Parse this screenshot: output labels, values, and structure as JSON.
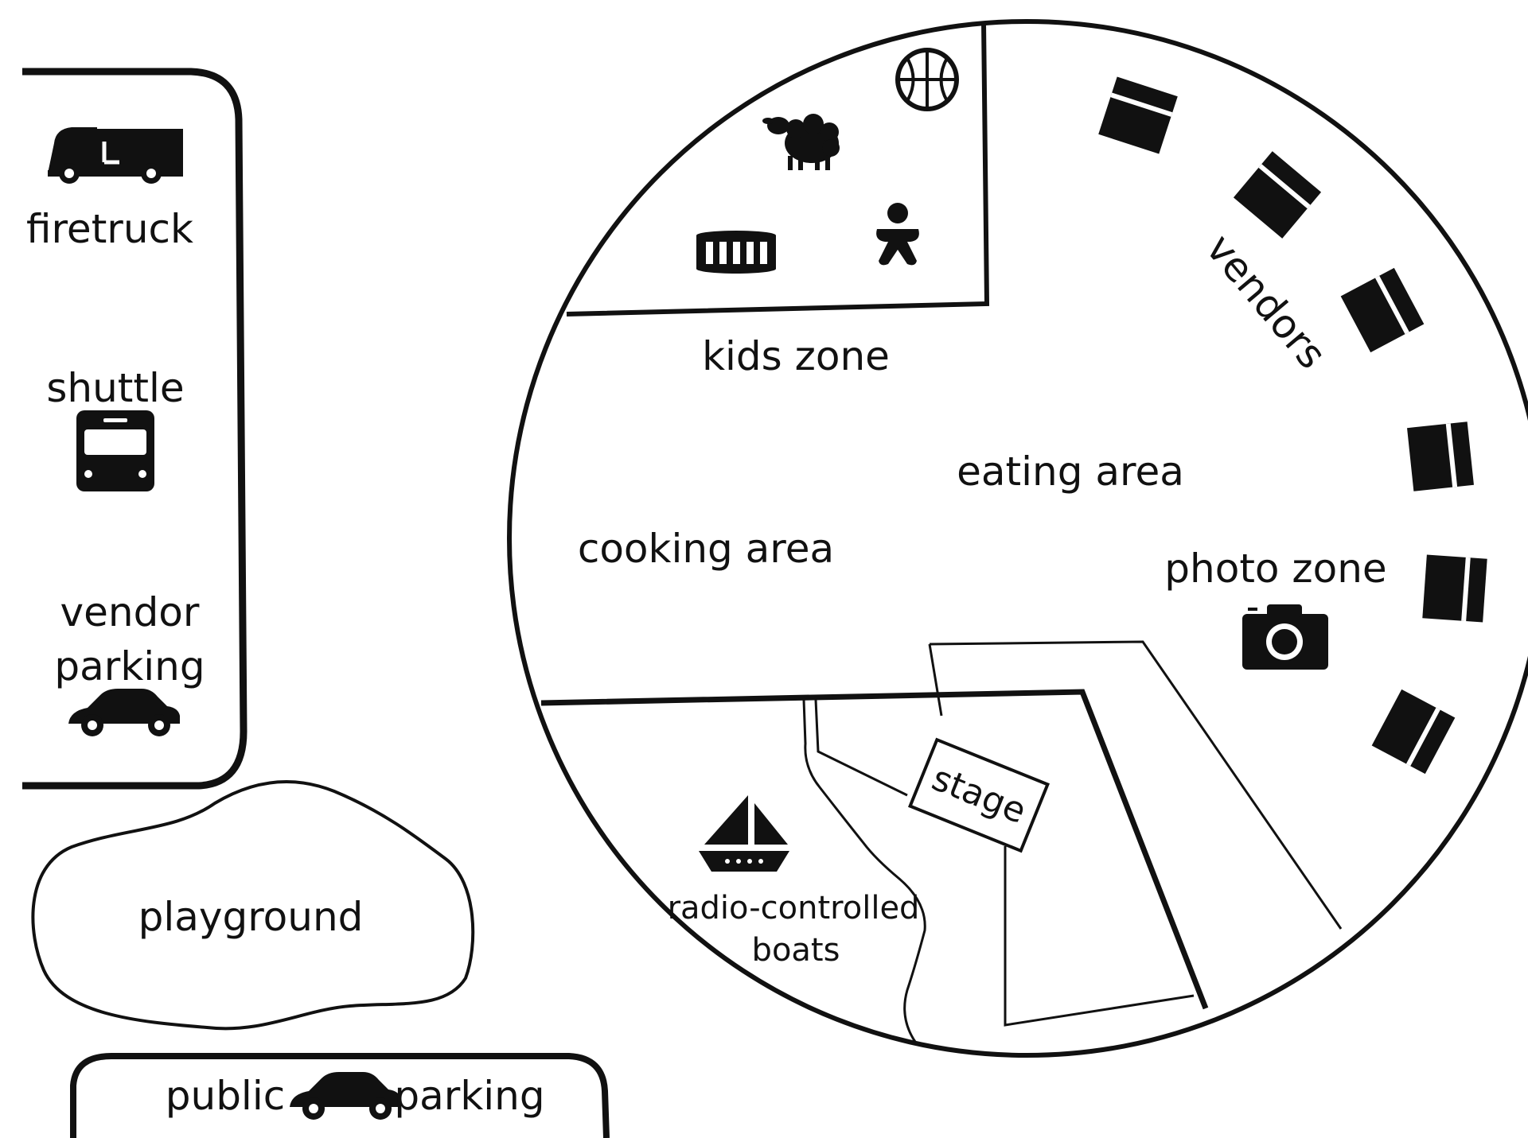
{
  "labels": {
    "firetruck": "firetruck",
    "shuttle": "shuttle",
    "vendor_parking_line1": "vendor",
    "vendor_parking_line2": "parking",
    "playground": "playground",
    "public_parking_word1": "public",
    "public_parking_word2": "parking",
    "kids_zone": "kids zone",
    "vendors": "vendors",
    "eating_area": "eating area",
    "cooking_area": "cooking area",
    "photo_zone": "photo zone",
    "stage": "stage",
    "rc_boats_line1": "radio-controlled",
    "rc_boats_line2": "boats"
  },
  "icons": {
    "firetruck": "firetruck-icon",
    "shuttle": "bus-icon",
    "vendor_car": "car-icon",
    "public_car": "car-icon",
    "basketball": "basketball-icon",
    "sheep": "sheep-icon",
    "drum": "drum-icon",
    "gingerbread": "gingerbread-person-icon",
    "vendor_booth": "booth-icon",
    "camera": "camera-icon",
    "sailboat": "sailboat-icon"
  },
  "colors": {
    "ink": "#111111",
    "background": "#ffffff"
  }
}
